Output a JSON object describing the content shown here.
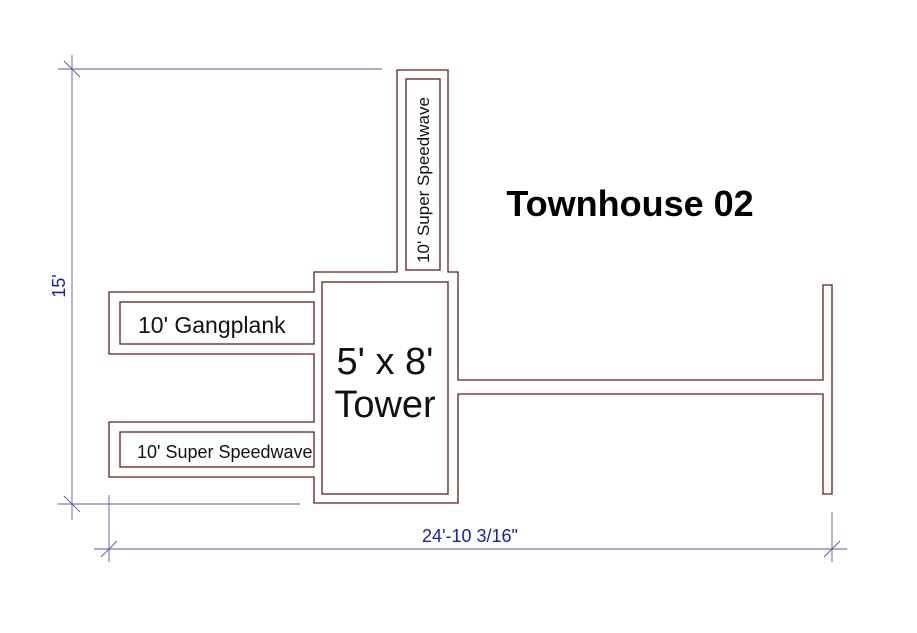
{
  "title": "Townhouse 02",
  "dimensions": {
    "height_label": "15'",
    "width_label": "24'-10 3/16\""
  },
  "components": {
    "tower_line1": "5' x 8'",
    "tower_line2": "Tower",
    "gangplank": "10' Gangplank",
    "speedwave_lower": "10' Super Speedwave",
    "speedwave_vertical": "10' Super Speedwave"
  },
  "colors": {
    "outline": "#6b1a1a",
    "dimension_line": "#5a5aa0",
    "dimension_text": "#1a1ab8",
    "label_text": "#111111"
  }
}
